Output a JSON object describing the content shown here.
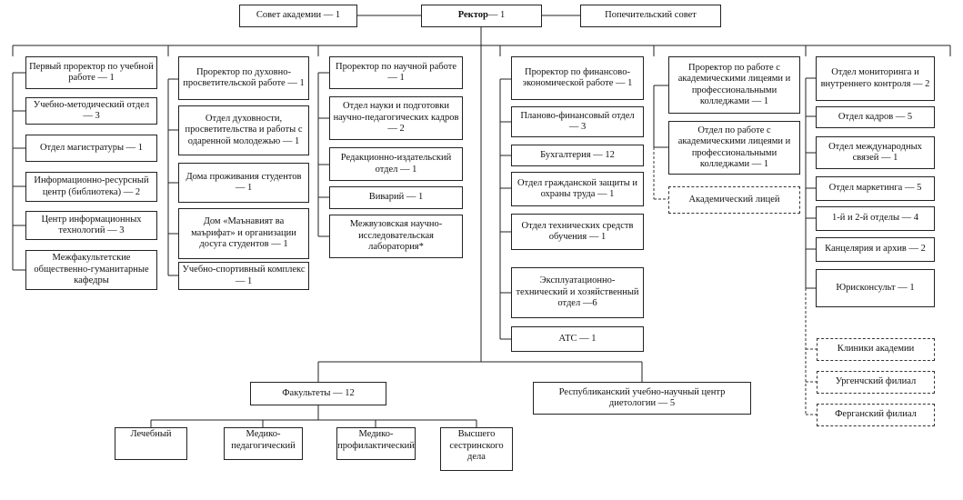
{
  "top": {
    "council": "Совет академии — 1",
    "rector_title": "Ректор",
    "rector_count": " — 1",
    "trustees": "Попечительский совет"
  },
  "col1": {
    "head": "Первый проректор по учебной работе — 1",
    "items": [
      "Учебно-методический отдел — 3",
      "Отдел магистратуры — 1",
      "Информационно-ресурсный центр (библиотека) — 2",
      "Центр информационных технологий — 3",
      "Межфакультетские общественно-гуманитарные кафедры"
    ]
  },
  "col2": {
    "head": "Проректор по духовно-просветительской работе — 1",
    "items": [
      "Отдел духовности, просветительства и работы с одаренной молодежью — 1",
      "Дома проживания студентов — 1",
      "Дом «Маънавият ва маърифат» и организации досуга студентов — 1",
      "Учебно-спортивный комплекс — 1"
    ]
  },
  "col3": {
    "head": "Проректор по научной работе — 1",
    "items": [
      "Отдел науки и подготовки научно-педагогических кадров — 2",
      "Редакционно-издательский отдел — 1",
      "Виварий — 1",
      "Межвузовская научно-исследовательская лаборатория*"
    ]
  },
  "col4": {
    "head": "Проректор по финансово-экономической работе — 1",
    "items": [
      "Планово-финансовый отдел — 3",
      "Бухгалтерия — 12",
      "Отдел гражданской защиты и охраны труда — 1",
      "Отдел технических средств обучения — 1",
      "Эксплуатационно-технический и хозяйственный отдел —6",
      "АТС — 1"
    ]
  },
  "col5": {
    "head": "Проректор по работе с академическими лицеями и профессиональными колледжами — 1",
    "items": [
      "Отдел по работе с академическими лицеями и профессиональными колледжами — 1"
    ],
    "dashed": "Академический лицей"
  },
  "col6": {
    "items": [
      "Отдел мониторинга и внутреннего контроля — 2",
      "Отдел кадров — 5",
      "Отдел международных связей — 1",
      "Отдел маркетинга — 5",
      "1-й и 2-й отделы — 4",
      "Канцелярия и архив — 2",
      "Юрисконсульт — 1"
    ],
    "dashed": [
      "Клиники академии",
      "Ургенчский филиал",
      "Ферганский филиал"
    ]
  },
  "bottom": {
    "faculties": "Факультеты — 12",
    "center": "Республиканский учебно-научный центр диетологии — 5",
    "faculty_list": [
      "Лечебный",
      "Медико-педагогический",
      "Медико-профилактический",
      "Высшего сестринского дела"
    ]
  },
  "colors": {
    "line": "#222222",
    "box_border": "#222222",
    "background": "#ffffff"
  }
}
